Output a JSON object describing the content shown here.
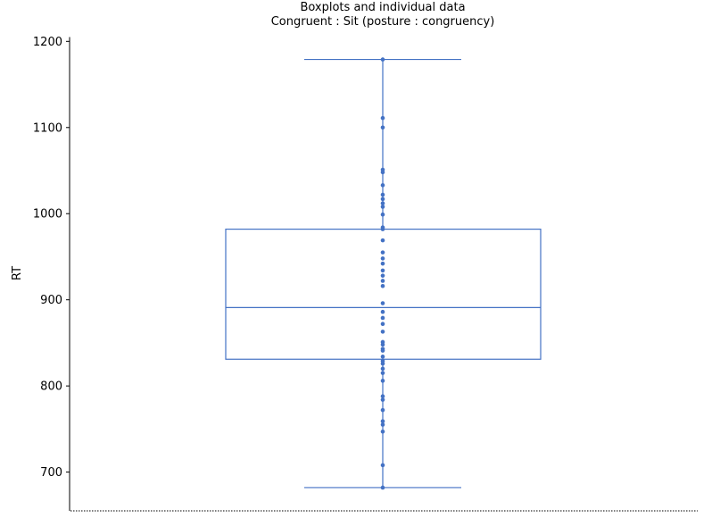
{
  "chart_data": {
    "type": "box",
    "title": "Boxplots and individual data",
    "subtitle": "Congruent : Sit (posture : congruency)",
    "xlabel": "",
    "ylabel": "RT",
    "ylim": [
      655,
      1205
    ],
    "yticks": [
      700,
      800,
      900,
      1000,
      1100,
      1200
    ],
    "grid": false,
    "legend": "none",
    "color": "#4472c4",
    "box": {
      "whisker_low": 682,
      "q1": 831,
      "median": 891,
      "q3": 982,
      "whisker_high": 1179
    },
    "points": [
      682,
      708,
      747,
      755,
      759,
      772,
      784,
      788,
      806,
      815,
      820,
      826,
      829,
      834,
      841,
      843,
      848,
      851,
      863,
      872,
      879,
      886,
      896,
      916,
      922,
      928,
      934,
      942,
      948,
      955,
      969,
      982,
      984,
      999,
      1008,
      1012,
      1017,
      1022,
      1033,
      1048,
      1051,
      1100,
      1111,
      1179
    ]
  }
}
